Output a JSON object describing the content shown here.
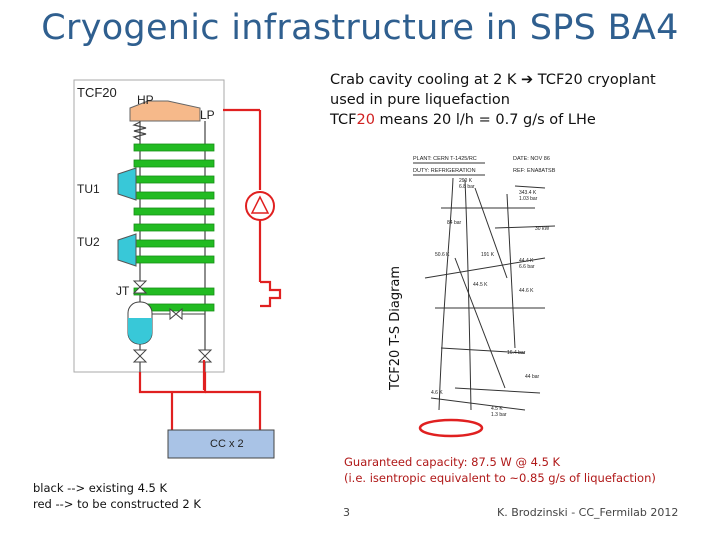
{
  "title": "Cryogenic infrastructure in SPS BA4",
  "description": {
    "line1_prefix": "Crab cavity cooling at 2 K",
    "arrow": "➔",
    "line1_suffix": " TCF20 cryoplant",
    "line2": "used in pure liquefaction",
    "line3_prefix": "TCF",
    "line3_red": "20",
    "line3_suffix": " means 20 l/h = 0.7 g/s of LHe"
  },
  "ts_diagram_label": "TCF20 T-S Diagram",
  "flow_diagram": {
    "plant_label": "TCF20",
    "hp_label": "HP",
    "lp_label": "LP",
    "tu1_label": "TU1",
    "tu2_label": "TU2",
    "jt_label": "JT",
    "cc_label": "CC x 2"
  },
  "ts_chart_header": {
    "plant": "PLANT: CERN  T-1425/RC",
    "duty": "DUTY: REFRIGERATION",
    "date": "DATE: NOV 86",
    "ref": "REF: ENA8ATSB"
  },
  "ts_chart_values": [
    "290 K",
    "6.8 bar",
    "343.4 K",
    "1.03 bar",
    "84 bar",
    "30 kW",
    "50.6 K",
    "191 K",
    "44.4 K",
    "6.6 bar",
    "44.5 K",
    "44.6 K",
    "16.4 bar",
    "44 bar",
    "4.5 K",
    "1.3 bar",
    "4.6 K"
  ],
  "legend": {
    "line1": "black --> existing 4.5 K",
    "line2": "red --> to be constructed 2 K"
  },
  "guarantee": {
    "line1": "Guaranteed capacity: 87.5 W @ 4.5 K",
    "line2": "(i.e. isentropic equivalent to ~0.85 g/s of liquefaction)"
  },
  "page_number": "3",
  "credit": "K. Brodzinski - CC_Fermilab 2012",
  "colors": {
    "title": "#2f5f8f",
    "highlight_red": "#d02020",
    "pipe_red": "#e02020",
    "exchanger_green": "#22bb22",
    "compressor_orange": "#f6b98a",
    "cryostat_blue": "#a9c3e6",
    "vessel_cyan": "#38c8d8"
  }
}
